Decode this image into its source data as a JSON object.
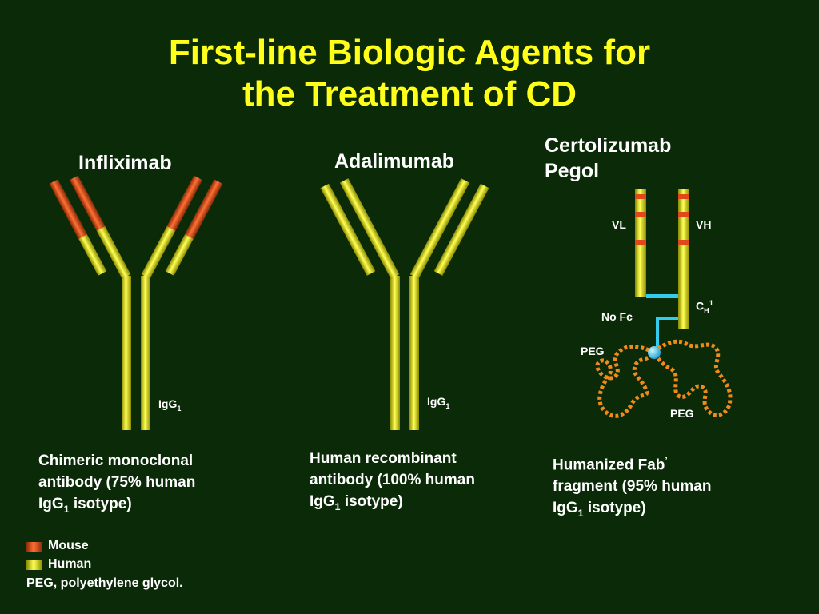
{
  "title_line1": "First-line Biologic Agents for",
  "title_line2": "the Treatment of CD",
  "agents": [
    {
      "name": "Infliximab",
      "isotype_label": "IgG",
      "isotype_sub": "1",
      "desc_line1": "Chimeric monoclonal",
      "desc_line2": "antibody (75% human",
      "desc_line3_pre": "IgG",
      "desc_line3_sub": "1",
      "desc_line3_post": " isotype)"
    },
    {
      "name": "Adalimumab",
      "isotype_label": "IgG",
      "isotype_sub": "1",
      "desc_line1": "Human recombinant",
      "desc_line2": "antibody (100% human",
      "desc_line3_pre": "IgG",
      "desc_line3_sub": "1",
      "desc_line3_post": " isotype)"
    },
    {
      "name_line1": "Certolizumab",
      "name_line2": "Pegol",
      "labels": {
        "vl": "VL",
        "vh": "VH",
        "ch_pre": "C",
        "ch_sub": "H",
        "ch_sup": "1",
        "no_fc": "No Fc",
        "peg1": "PEG",
        "peg2": "PEG"
      },
      "desc_line1_pre": "Humanized Fab",
      "desc_line1_sup": "’",
      "desc_line2": "fragment (95% human",
      "desc_line3_pre": "IgG",
      "desc_line3_sub": "1",
      "desc_line3_post": " isotype)"
    }
  ],
  "legend": {
    "mouse": "Mouse",
    "human": "Human",
    "footnote": "PEG, polyethylene glycol."
  },
  "colors": {
    "background": "#0b2b08",
    "title": "#ffff1a",
    "human": "#e6e600",
    "mouse": "#e0481c",
    "linker": "#33ccee",
    "peg": "#f08a1a"
  }
}
